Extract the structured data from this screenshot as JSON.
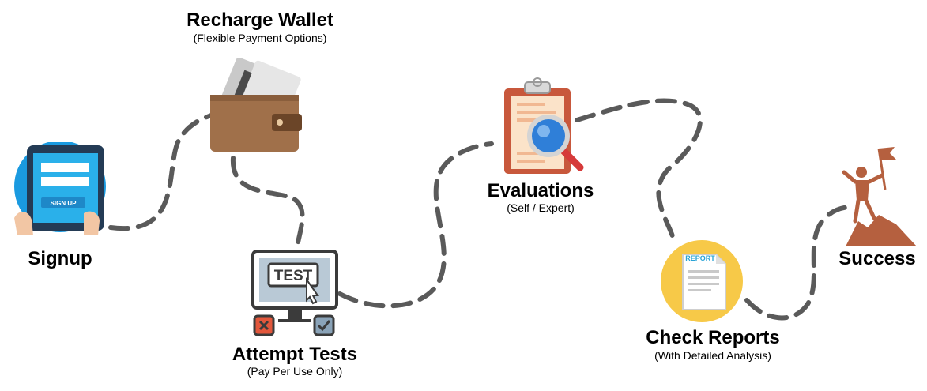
{
  "steps": {
    "signup": {
      "title": "Signup",
      "button_text": "SIGN UP"
    },
    "recharge": {
      "title": "Recharge Wallet",
      "subtitle": "(Flexible Payment Options)"
    },
    "attempt": {
      "title": "Attempt Tests",
      "subtitle": "(Pay Per Use Only)",
      "screen_text": "TEST"
    },
    "evaluations": {
      "title": "Evaluations",
      "subtitle": "(Self / Expert)"
    },
    "reports": {
      "title": "Check Reports",
      "subtitle": "(With Detailed Analysis)",
      "doc_text": "REPORT"
    },
    "success": {
      "title": "Success"
    }
  },
  "colors": {
    "path": "#5a5a5a",
    "signup_circle": "#1a9ae0",
    "wallet": "#a0704a",
    "clipboard": "#c8583c",
    "magnifier": "#2f7fd8",
    "report_circle": "#f7c948",
    "success_figure": "#b5603f",
    "test_cross": "#e2573c",
    "test_check": "#8aa3b8"
  },
  "icons": [
    "tablet-signup-icon",
    "wallet-cards-icon",
    "monitor-test-icon",
    "clipboard-magnifier-icon",
    "report-document-icon",
    "summit-flag-icon"
  ]
}
